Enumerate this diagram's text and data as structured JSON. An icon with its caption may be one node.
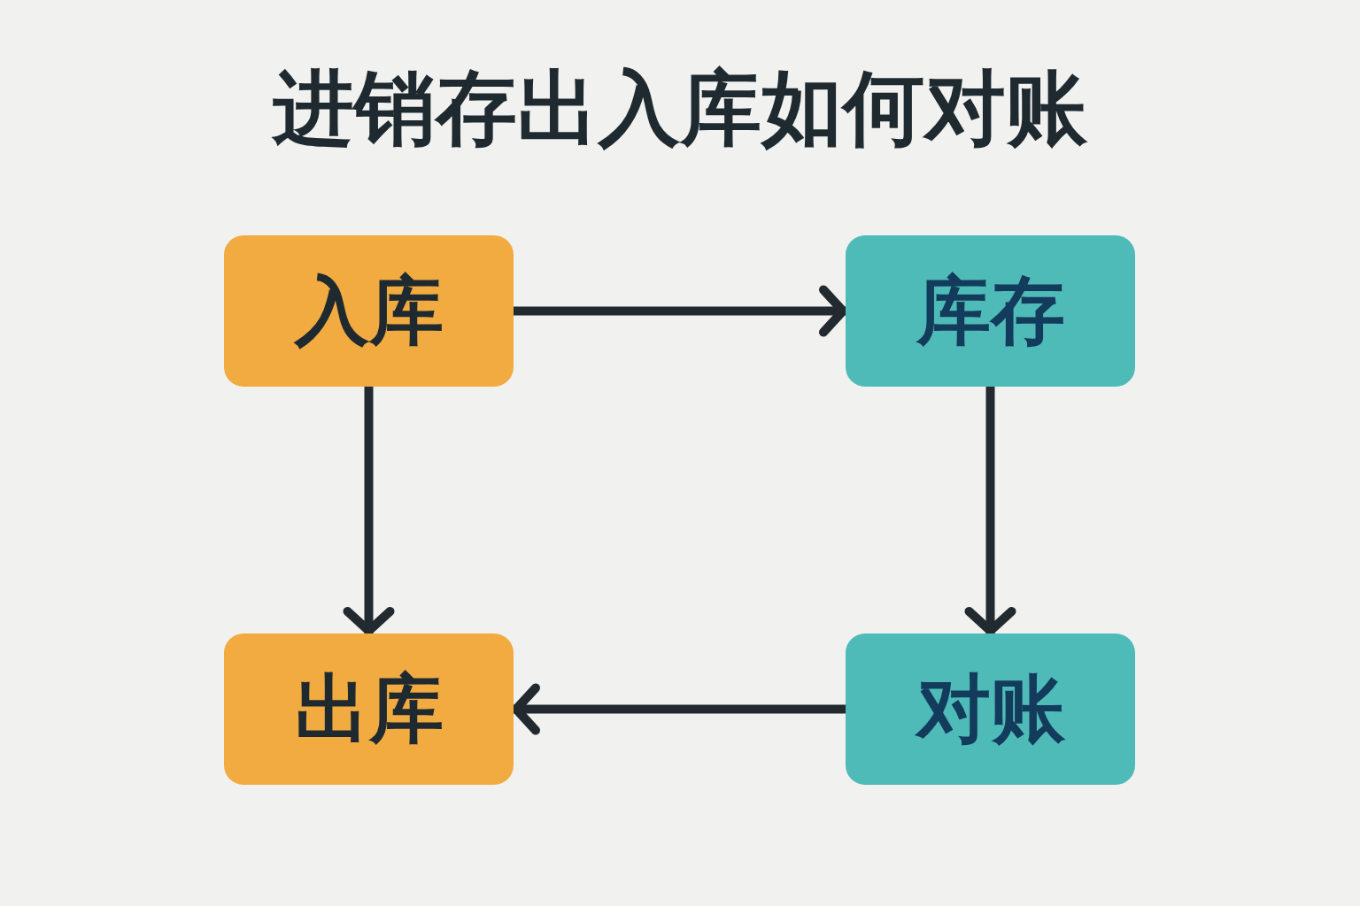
{
  "diagram": {
    "title": "进销存出入库如何对账",
    "nodes": [
      {
        "text": [
          "入库"
        ]
      },
      {
        "text": [
          "库存"
        ]
      },
      {
        "text": [
          "出库"
        ]
      },
      {
        "text": [
          "对账"
        ]
      }
    ],
    "edges": [
      {
        "from": 0,
        "to": 1,
        "arrow": "to"
      },
      {
        "from": 0,
        "to": 2,
        "arrow": "to"
      },
      {
        "from": 1,
        "to": 3,
        "arrow": "to"
      },
      {
        "from": 3,
        "to": 2,
        "arrow": "to"
      }
    ]
  }
}
